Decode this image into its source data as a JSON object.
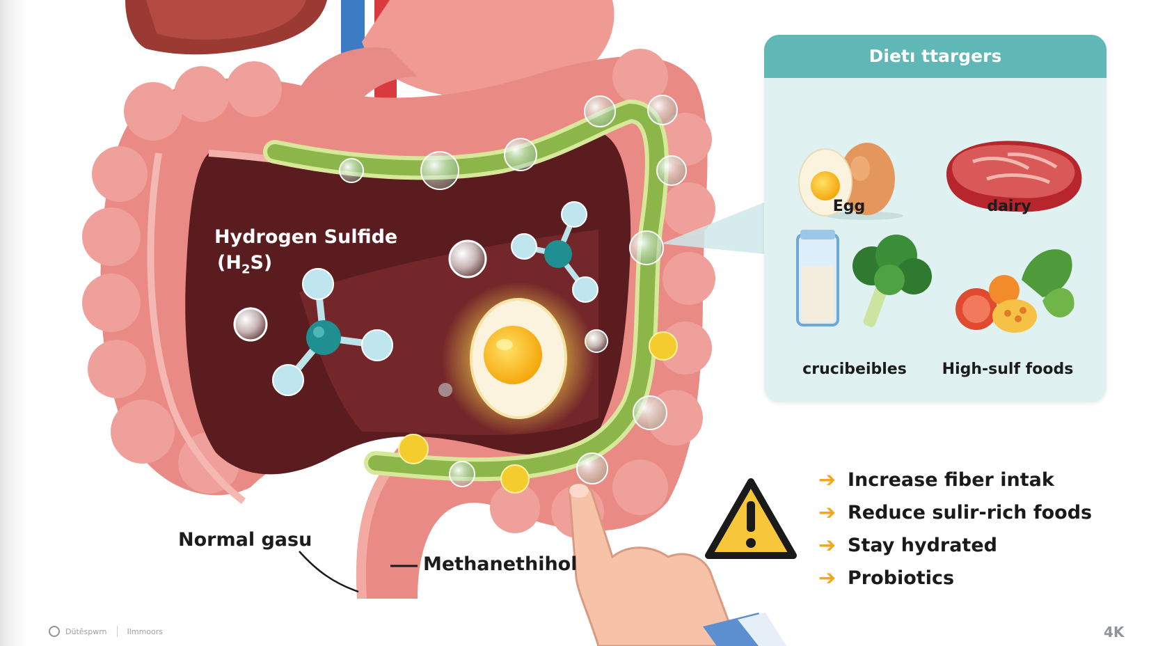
{
  "panel": {
    "title": "Dietı ttargers",
    "foods": [
      {
        "label": "Egg",
        "icon": "egg-icon"
      },
      {
        "label": "dairy",
        "icon": "meat-steak-icon"
      },
      {
        "label": "crucibeibles",
        "icon": "milk-broccoli-icon"
      },
      {
        "label": "High-sulf foods",
        "icon": "mixed-vegetables-icon"
      }
    ]
  },
  "diagram": {
    "gas_label_line1": "Hydrogen Sulfide",
    "gas_label_line2_prefix": "(H",
    "gas_label_line2_sub": "2",
    "gas_label_line2_suffix": "S)",
    "normal_gas_label": "Normal gasu",
    "methanethiol_label": "Methanethihol"
  },
  "tips": [
    "Increase fiber intak",
    "Reduce sulir-rich foods",
    "Stay hydrated",
    "Probiotics"
  ],
  "tip_arrow": "➔",
  "footer": {
    "brand": "Dütêspwrn",
    "sub": "Ilmmoors",
    "badge": "4K"
  },
  "colors": {
    "colon": "#e98a86",
    "colon_dark": "#d46c69",
    "lumen": "#5a1c1f",
    "digested_stream": "#9cc05a",
    "panel_header": "#5fb7b6",
    "panel_bg": "#dff1f1",
    "arrow": "#f2a81d",
    "warning": "#f7c63a"
  }
}
